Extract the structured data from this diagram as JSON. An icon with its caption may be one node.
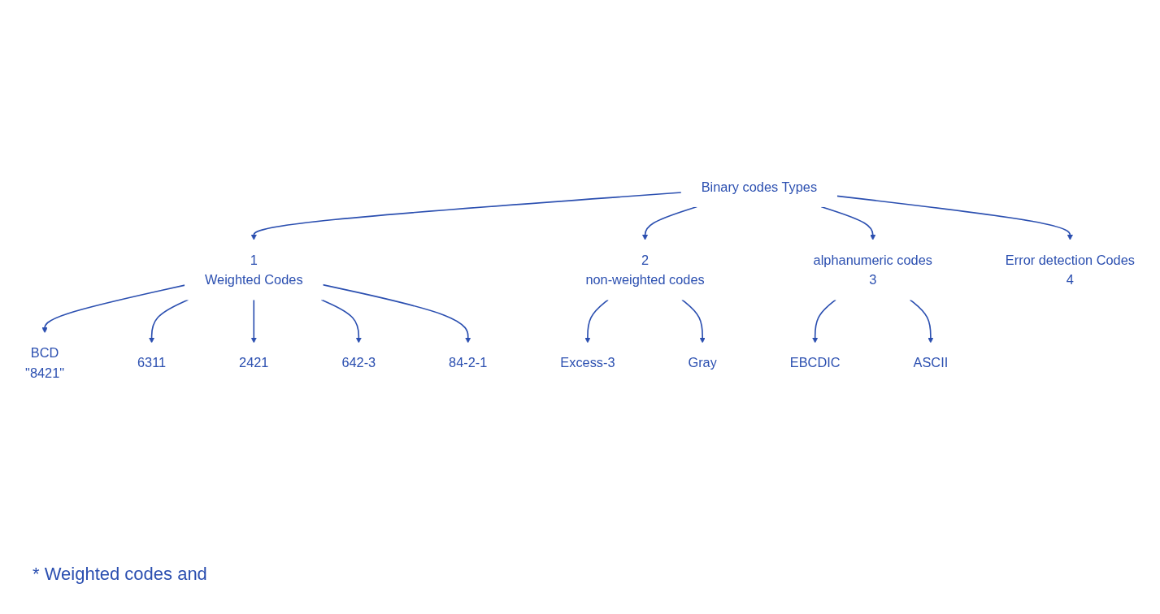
{
  "diagram": {
    "nodes": [
      {
        "text": [
          "Binary codes Types"
        ]
      },
      {
        "text": [
          "1",
          "Weighted Codes"
        ]
      },
      {
        "text": [
          "2",
          "non-weighted codes"
        ]
      },
      {
        "text": [
          "BCD",
          "\"8421\""
        ]
      },
      {
        "text": [
          "6311"
        ]
      },
      {
        "text": [
          "2421"
        ]
      },
      {
        "text": [
          "642-3"
        ]
      },
      {
        "text": [
          "84-2-1"
        ]
      },
      {
        "text": [
          "Excess-3"
        ]
      },
      {
        "text": [
          "Gray"
        ]
      },
      {
        "text": [
          "alphanumeric codes",
          "3"
        ]
      },
      {
        "text": [
          "EBCDIC"
        ]
      },
      {
        "text": [
          "ASCII"
        ]
      },
      {
        "text": [
          "Error detection Codes",
          "4"
        ]
      }
    ],
    "edges": [
      {
        "from": 0,
        "to": 1,
        "arrow": "to"
      },
      {
        "from": 0,
        "to": 2,
        "arrow": "to"
      },
      {
        "from": 0,
        "to": 10,
        "arrow": "to"
      },
      {
        "from": 0,
        "to": 13,
        "arrow": "to"
      },
      {
        "from": 1,
        "to": 3,
        "arrow": "to"
      },
      {
        "from": 1,
        "to": 4,
        "arrow": "to"
      },
      {
        "from": 1,
        "to": 5,
        "arrow": "to"
      },
      {
        "from": 1,
        "to": 6,
        "arrow": "to"
      },
      {
        "from": 1,
        "to": 7,
        "arrow": "to"
      },
      {
        "from": 2,
        "to": 8,
        "arrow": "to"
      },
      {
        "from": 2,
        "to": 9,
        "arrow": "to"
      },
      {
        "from": 10,
        "to": 11,
        "arrow": "to"
      },
      {
        "from": 10,
        "to": 12,
        "arrow": "to"
      }
    ],
    "labels": [
      "* Weighted codes and"
    ]
  }
}
